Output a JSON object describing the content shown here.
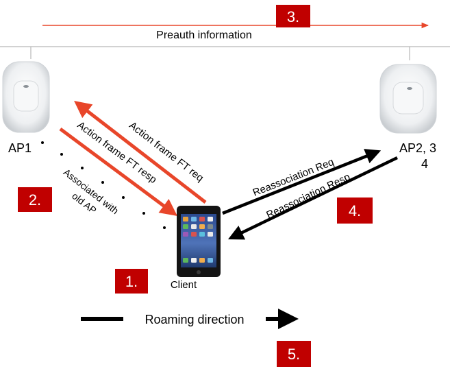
{
  "colors": {
    "accent_red": "#e8462a",
    "badge_red": "#c00000",
    "line_gray": "#b8b8b8",
    "arrow_black": "#000000"
  },
  "preauth": {
    "label": "Preauth information",
    "step": "3."
  },
  "ap1": {
    "label": "AP1",
    "icon": "access-point-icon"
  },
  "ap2": {
    "label_line1": "AP2, 3",
    "label_line2": "4",
    "icon": "access-point-icon"
  },
  "client": {
    "label": "Client",
    "icon": "tablet-icon",
    "step": "1."
  },
  "ft_req": {
    "label": "Action frame FT req"
  },
  "ft_resp": {
    "label": "Action frame FT resp"
  },
  "associated": {
    "line1": "Associated with",
    "line2": "old AP",
    "step": "2."
  },
  "reassoc_req": {
    "label": "Reassociation Req"
  },
  "reassoc_resp": {
    "label": "Reassociation Resp",
    "step": "4."
  },
  "roaming": {
    "label": "Roaming direction",
    "step": "5."
  }
}
